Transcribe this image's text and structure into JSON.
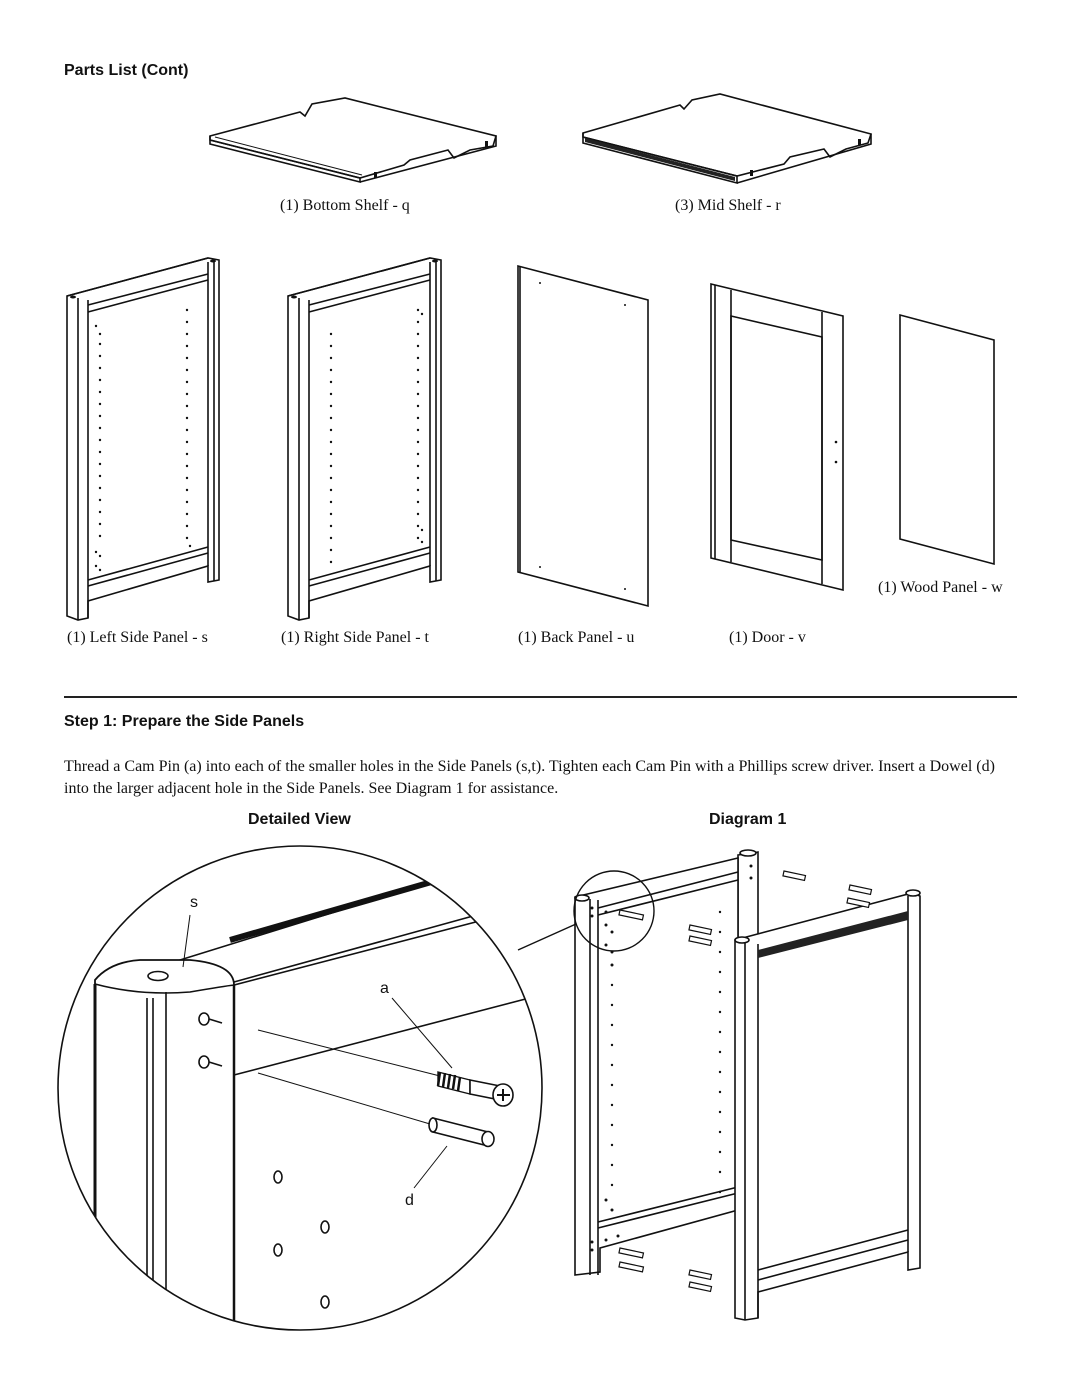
{
  "parts_list": {
    "title": "Parts List (Cont)",
    "items": [
      {
        "label": "(1) Bottom Shelf - q"
      },
      {
        "label": "(3) Mid Shelf - r"
      },
      {
        "label": "(1) Left Side Panel - s"
      },
      {
        "label": "(1) Right Side Panel - t"
      },
      {
        "label": "(1) Back Panel - u"
      },
      {
        "label": "(1) Door - v"
      },
      {
        "label": "(1) Wood Panel - w"
      }
    ]
  },
  "step1": {
    "title": "Step 1: Prepare the Side Panels",
    "instructions": "Thread a Cam Pin (a) into each of the smaller holes in the Side Panels (s,t). Tighten each Cam Pin with a Phillips screw driver. Insert a Dowel (d) into the larger adjacent hole in the Side Panels. See Diagram 1 for assistance.",
    "detailed_view_label": "Detailed View",
    "diagram_label": "Diagram 1",
    "callouts": {
      "side_panel": "s",
      "cam_pin": "a",
      "dowel": "d"
    }
  }
}
